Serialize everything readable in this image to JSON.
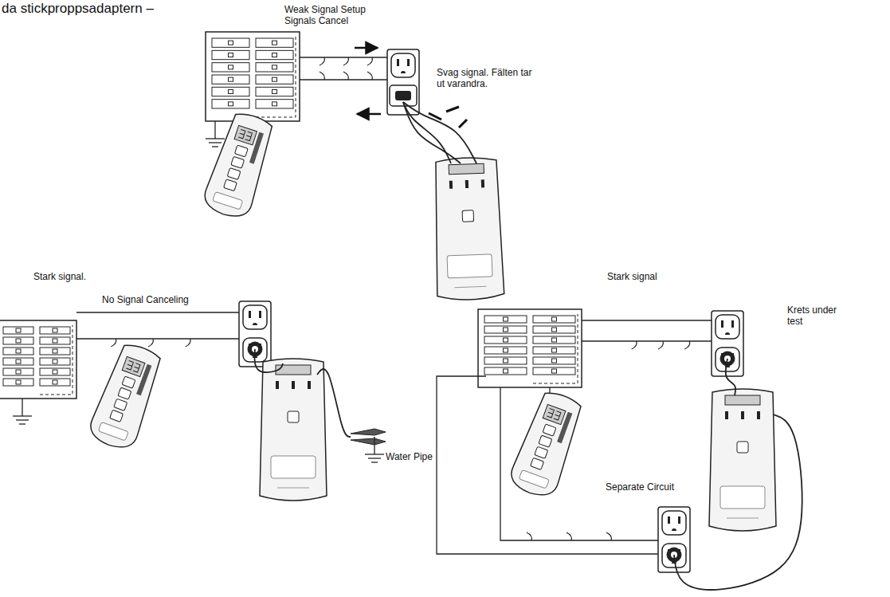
{
  "diagram": {
    "labels": [
      "da stickproppsadaptern –",
      "Weak Signal Setup",
      "Signals Cancel",
      "Svag signal. Fälten tar ut varandra.",
      "Stark signal.",
      "No Signal Canceling",
      "Water Pipe",
      "Stark signal",
      "Krets under test",
      "Separate Circuit"
    ]
  }
}
